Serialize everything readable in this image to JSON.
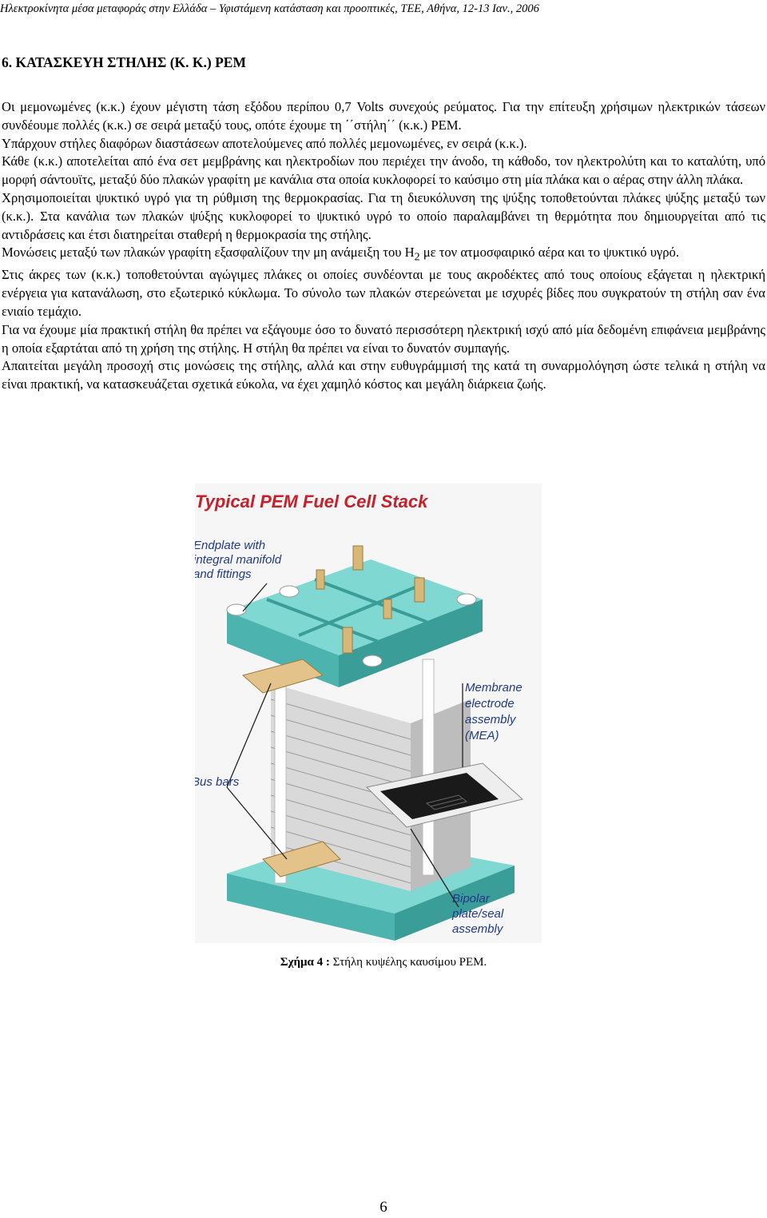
{
  "header": {
    "running_title": "Ηλεκτροκίνητα μέσα μεταφοράς στην Ελλάδα – Υφιστάμενη κατάσταση και προοπτικές, ΤΕΕ, Αθήνα, 12-13 Ιαν., 2006"
  },
  "section": {
    "title": "6. ΚΑΤΑΣΚΕΥΗ ΣΤΗΛΗΣ (Κ. Κ.) PEM"
  },
  "paragraphs": [
    "Οι μεμονωμένες (κ.κ.) έχουν μέγιστη τάση εξόδου περίπου 0,7 Volts συνεχούς ρεύματος. Για την επίτευξη χρήσιμων ηλεκτρικών τάσεων συνδέουμε πολλές (κ.κ.) σε σειρά μεταξύ τους, οπότε έχουμε τη ΄΄στήλη΄΄ (κ.κ.) PEM.",
    "Υπάρχουν στήλες διαφόρων διαστάσεων αποτελούμενες από πολλές μεμονωμένες, εν σειρά (κ.κ.).",
    "Κάθε (κ.κ.) αποτελείται από ένα σετ μεμβράνης και ηλεκτροδίων που περιέχει την άνοδο, τη κάθοδο, τον ηλεκτρολύτη και το καταλύτη, υπό μορφή σάντουϊτς, μεταξύ δύο πλακών γραφίτη με κανάλια στα οποία κυκλοφορεί το καύσιμο στη μία πλάκα και ο αέρας στην άλλη πλάκα.",
    "Χρησιμοποιείται ψυκτικό υγρό για τη ρύθμιση της θερμοκρασίας. Για τη διευκόλυνση της ψύξης τοποθετούνται πλάκες ψύξης μεταξύ των (κ.κ.). Στα κανάλια των πλακών ψύξης κυκλοφορεί το ψυκτικό υγρό το οποίο παραλαμβάνει τη θερμότητα που δημιουργείται από τις αντιδράσεις και έτσι διατηρείται σταθερή η θερμοκρασία της στήλης."
  ],
  "paragraph_h2": {
    "before": "Μονώσεις μεταξύ των πλακών γραφίτη εξασφαλίζουν την μη ανάμειξη του Η",
    "subscript": "2",
    "after": " με τον ατμοσφαιρικό αέρα και το ψυκτικό υγρό."
  },
  "paragraphs_end": [
    "Στις άκρες των (κ.κ.) τοποθετούνται αγώγιμες πλάκες οι οποίες συνδέονται με τους ακροδέκτες από τους οποίους εξάγεται η ηλεκτρική ενέργεια για κατανάλωση, στο εξωτερικό κύκλωμα. Το σύνολο των πλακών στερεώνεται με ισχυρές βίδες που συγκρατούν τη στήλη σαν ένα ενιαίο τεμάχιο.",
    "Για να έχουμε μία πρακτική στήλη θα πρέπει να εξάγουμε όσο το δυνατό περισσότερη ηλεκτρική ισχύ από μία δεδομένη επιφάνεια μεμβράνης η οποία εξαρτάται από τη χρήση της στήλης. Η στήλη θα πρέπει να είναι το δυνατόν συμπαγής.",
    "Απαιτείται μεγάλη προσοχή στις μονώσεις της στήλης, αλλά και στην ευθυγράμμισή της κατά τη συναρμολόγηση ώστε τελικά η στήλη να είναι πρακτική, να κατασκευάζεται σχετικά εύκολα, να έχει χαμηλό κόστος και μεγάλη διάρκεια ζωής."
  ],
  "figure": {
    "title": "Typical PEM Fuel Cell Stack",
    "labels": {
      "endplate": [
        "Endplate with",
        "integral manifold",
        "and fittings"
      ],
      "mea": [
        "Membrane",
        "electrode",
        "assembly",
        "(MEA)"
      ],
      "busbars": [
        "Bus bars"
      ],
      "bipolar": [
        "Bipolar",
        "plate/seal",
        "assembly"
      ]
    },
    "colors": {
      "title_red": "#c8202a",
      "label_blue": "#1f3a8a",
      "plate_teal": "#5fc9c4",
      "brass": "#d8b878",
      "stack_gray": "#d9d9d9"
    }
  },
  "caption": {
    "prefix": "Σχήμα 4 :",
    "text": " Στήλη κυψέλης καυσίμου PEM."
  },
  "page_number": "6"
}
